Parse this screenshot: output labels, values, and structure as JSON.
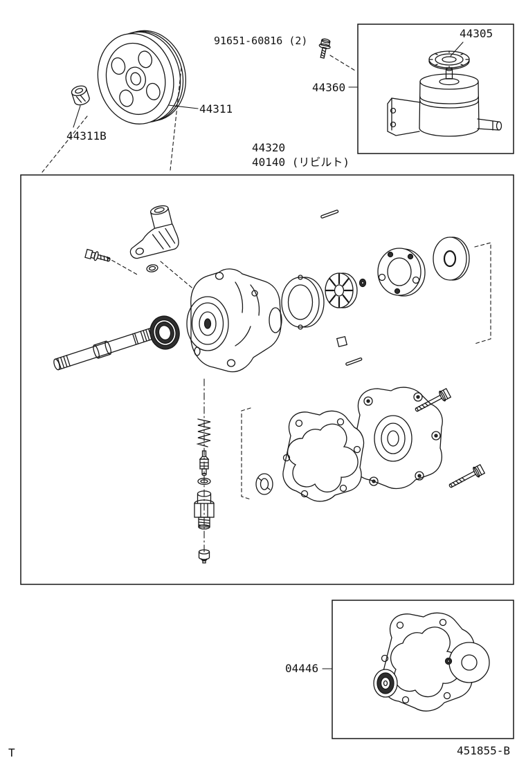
{
  "doc": {
    "corner_mark": "T",
    "figure_code": "451855-B"
  },
  "labels": {
    "reservoir_cap": "44305",
    "reservoir_bolt": "91651-60816 (2)",
    "reservoir_assy": "44360",
    "pump_pulley": "44311",
    "pulley_bushing": "44311B",
    "pump_assy": "44320",
    "pump_assy_rebuilt": "40140 (リビルト)",
    "gasket_kit": "04446"
  },
  "colors": {
    "line": "#161616",
    "dark_fill": "#2e2e2e",
    "background": "#ffffff"
  }
}
